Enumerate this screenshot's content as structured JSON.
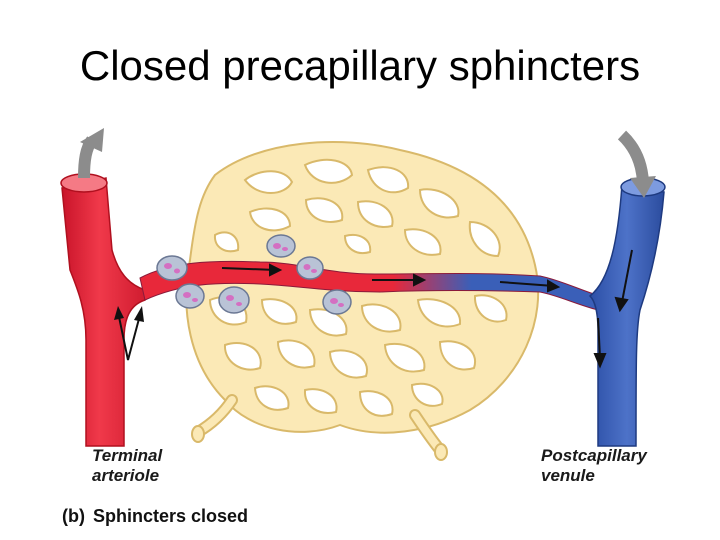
{
  "title": "Closed precapillary sphincters",
  "labels": {
    "arteriole_line1": "Terminal",
    "arteriole_line2": "arteriole",
    "venule_line1": "Postcapillary",
    "venule_line2": "venule"
  },
  "caption": {
    "part": "(b)",
    "text": "Sphincters closed"
  },
  "colors": {
    "artery": "#e8283a",
    "vein": "#3a5fb8",
    "capillary_fill": "#fbe9b6",
    "capillary_stroke": "#d9b96a",
    "flow_arrow": "#8c8c8c",
    "sphincter": "#b9c3d6"
  },
  "icons": {
    "in_arrow": "gray-curved-arrow-icon",
    "out_arrow": "gray-curved-arrow-icon",
    "sphincter": "sphincter-ring-icon"
  }
}
